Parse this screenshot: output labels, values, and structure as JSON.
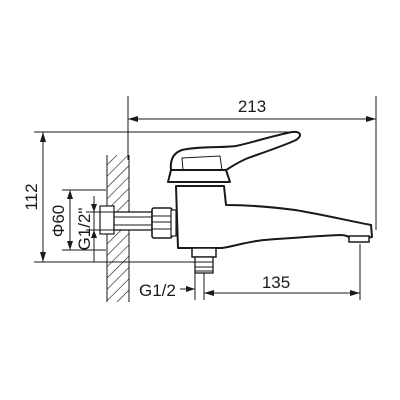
{
  "drawing": {
    "dimensions": {
      "overall_length": "213",
      "overall_height": "112",
      "flange_diameter": "Φ60",
      "inlet_thread": "G1/2\"",
      "outlet_thread": "G1/2",
      "spout_reach": "135"
    }
  }
}
